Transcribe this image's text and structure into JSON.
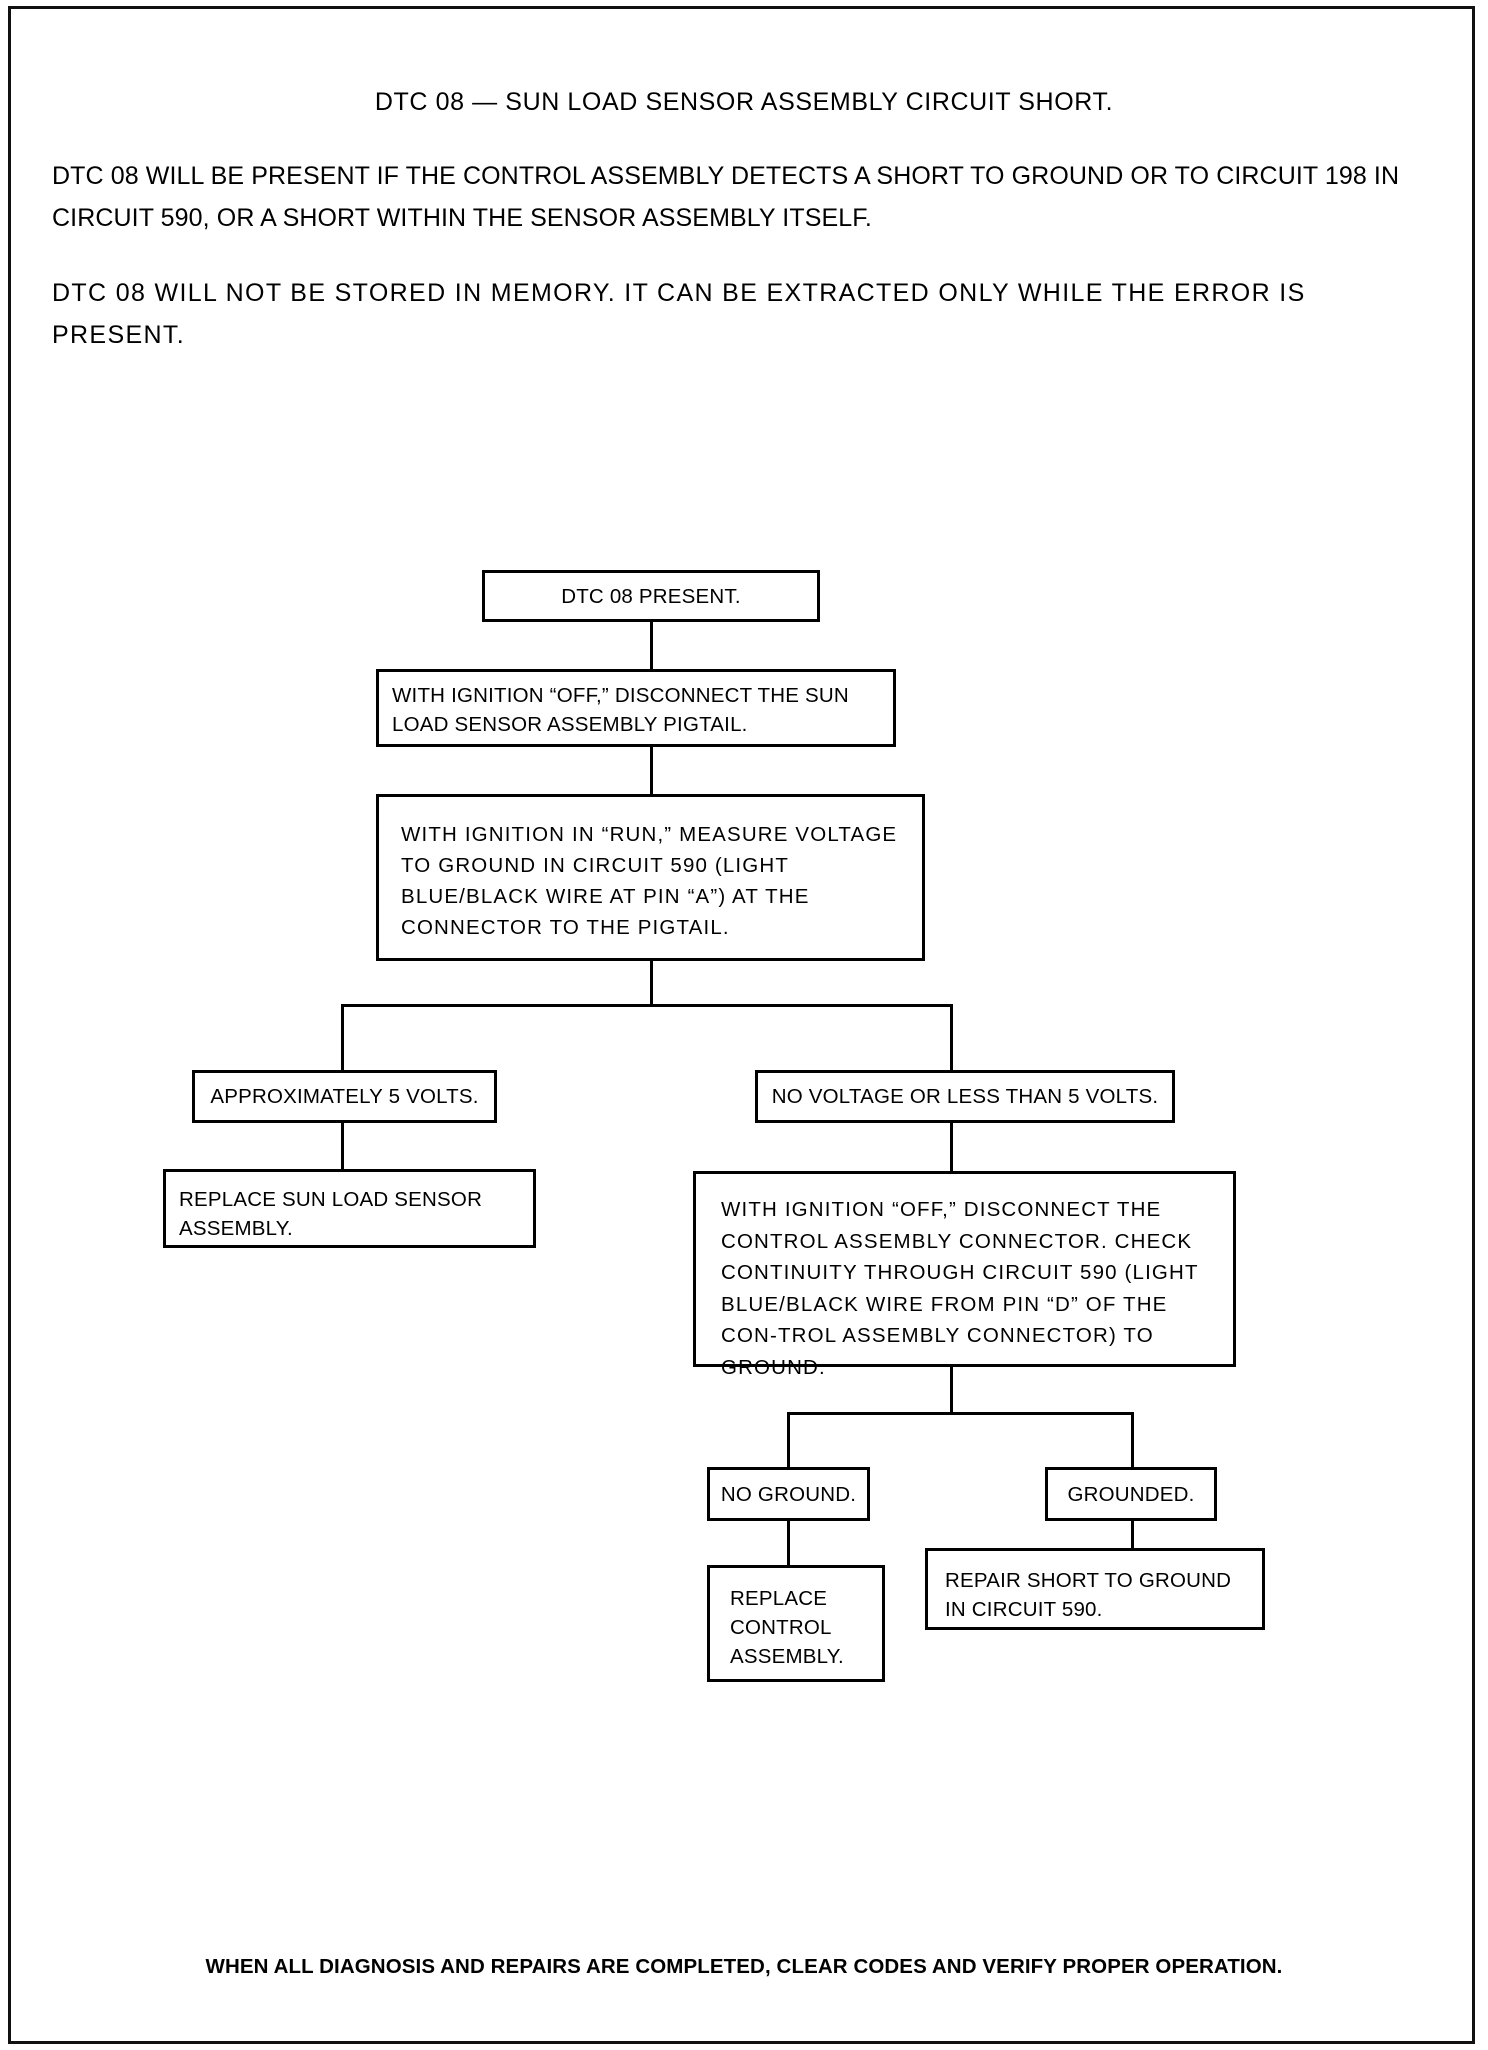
{
  "document": {
    "title": "DTC 08 — SUN LOAD SENSOR ASSEMBLY CIRCUIT SHORT.",
    "paragraphs": [
      "DTC 08 WILL BE PRESENT IF THE CONTROL ASSEMBLY DETECTS A SHORT TO GROUND OR TO CIRCUIT 198 IN CIRCUIT 590, OR A SHORT WITHIN THE SENSOR ASSEMBLY ITSELF.",
      "DTC 08 WILL NOT BE STORED IN MEMORY. IT CAN BE EXTRACTED ONLY WHILE THE ERROR IS PRESENT."
    ],
    "footer": "WHEN ALL DIAGNOSIS AND REPAIRS ARE COMPLETED, CLEAR CODES AND VERIFY PROPER OPERATION."
  },
  "flowchart": {
    "type": "diagnostic-flowchart",
    "nodes": [
      {
        "id": "start",
        "label": "DTC 08 PRESENT."
      },
      {
        "id": "ignition-off",
        "label": "WITH IGNITION “OFF,” DISCONNECT THE SUN LOAD SENSOR ASSEMBLY PIGTAIL."
      },
      {
        "id": "measure-voltage",
        "label": "WITH IGNITION IN “RUN,” MEASURE VOLTAGE TO GROUND IN CIRCUIT 590 (LIGHT BLUE/BLACK WIRE AT PIN “A”) AT THE CONNECTOR TO THE PIGTAIL."
      },
      {
        "id": "approx-5v",
        "label": "APPROXIMATELY 5 VOLTS."
      },
      {
        "id": "no-voltage",
        "label": "NO VOLTAGE OR LESS THAN 5 VOLTS."
      },
      {
        "id": "replace-sensor",
        "label": "REPLACE SUN LOAD SENSOR ASSEMBLY."
      },
      {
        "id": "check-continuity",
        "label": "WITH IGNITION “OFF,” DISCONNECT THE CONTROL ASSEMBLY CONNECTOR. CHECK CONTINUITY THROUGH CIRCUIT 590 (LIGHT BLUE/BLACK WIRE FROM PIN “D” OF THE CON-TROL ASSEMBLY CONNECTOR) TO GROUND."
      },
      {
        "id": "no-ground",
        "label": "NO GROUND."
      },
      {
        "id": "grounded",
        "label": "GROUNDED."
      },
      {
        "id": "replace-control",
        "label": "REPLACE CONTROL ASSEMBLY."
      },
      {
        "id": "repair-short",
        "label": "REPAIR SHORT TO GROUND IN CIRCUIT 590."
      }
    ],
    "edges": [
      {
        "from": "start",
        "to": "ignition-off"
      },
      {
        "from": "ignition-off",
        "to": "measure-voltage"
      },
      {
        "from": "measure-voltage",
        "to": "approx-5v"
      },
      {
        "from": "measure-voltage",
        "to": "no-voltage"
      },
      {
        "from": "approx-5v",
        "to": "replace-sensor"
      },
      {
        "from": "no-voltage",
        "to": "check-continuity"
      },
      {
        "from": "check-continuity",
        "to": "no-ground"
      },
      {
        "from": "check-continuity",
        "to": "grounded"
      },
      {
        "from": "no-ground",
        "to": "replace-control"
      },
      {
        "from": "grounded",
        "to": "repair-short"
      }
    ]
  },
  "colors": {
    "ink": "#000000",
    "paper": "#ffffff"
  }
}
